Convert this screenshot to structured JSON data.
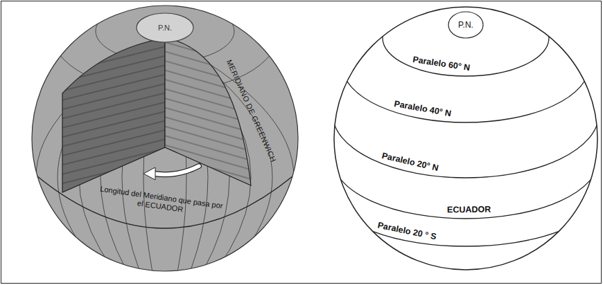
{
  "diagram": {
    "nodes": [
      {
        "text": [
          "P.N."
        ]
      },
      {
        "text": [
          "P.N."
        ]
      }
    ],
    "labels": [
      "MERIDIANO DE GREENWICH",
      "Longitud del Meridiano que pasa por el ECUADOR",
      "Paralelo 60° N",
      "Paralelo 40° N",
      "Paralelo 20° N",
      "ECUADOR",
      "Paralelo 20 ° S"
    ]
  }
}
